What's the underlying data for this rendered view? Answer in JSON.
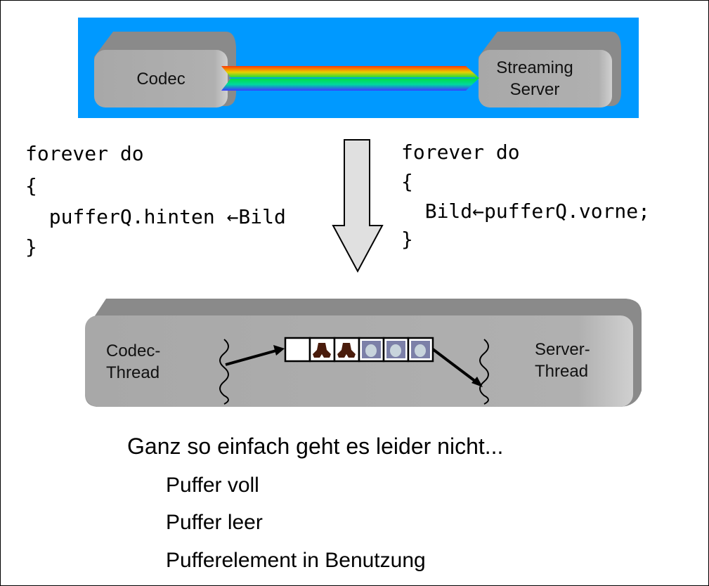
{
  "top_diagram": {
    "background_color": "#0099ff",
    "left_box": "Codec",
    "right_box_line1": "Streaming",
    "right_box_line2": "Server"
  },
  "code_left": [
    "forever do",
    "{",
    "  pufferQ.hinten ←Bild",
    "}"
  ],
  "code_right": [
    "forever do",
    "{",
    "  Bild←pufferQ.vorne;",
    "}"
  ],
  "bottom_diagram": {
    "left_label_line1": "Codec-",
    "left_label_line2": "Thread",
    "right_label_line1": "Server-",
    "right_label_line2": "Thread",
    "buffer_cells": [
      "empty",
      "boot",
      "boot",
      "face",
      "face",
      "face"
    ]
  },
  "heading": "Ganz so einfach geht es leider nicht...",
  "items": [
    "Puffer voll",
    "Puffer leer",
    "Pufferelement in Benutzung"
  ]
}
